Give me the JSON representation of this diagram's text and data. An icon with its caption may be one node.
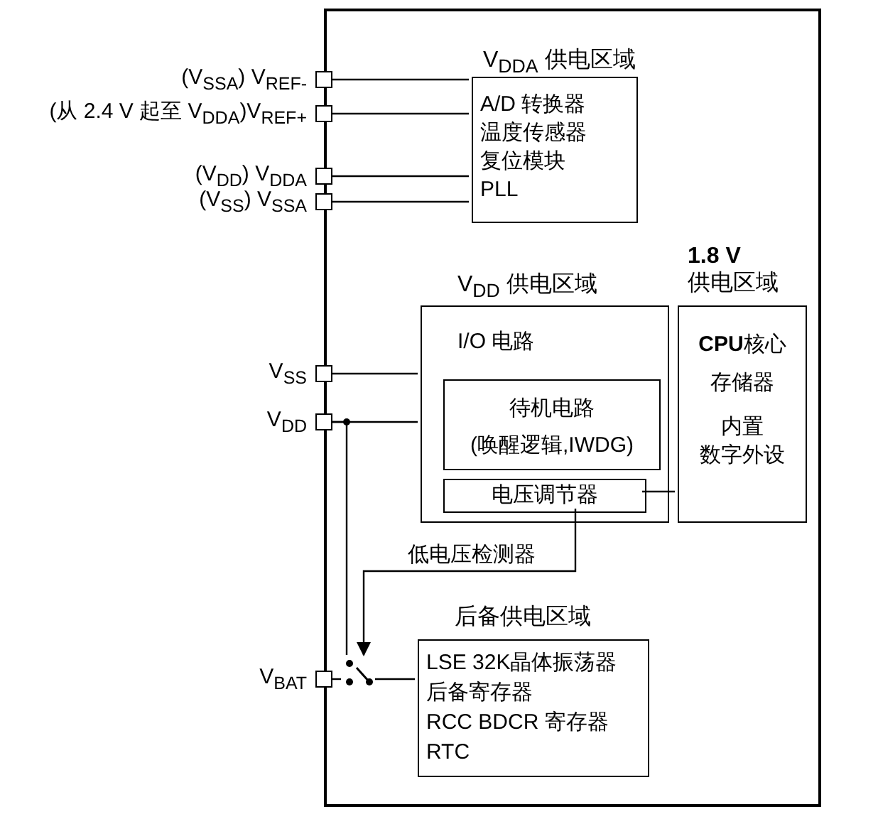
{
  "diagram": {
    "nodes": [
      {
        "text": [],
        "shape": "box"
      },
      {
        "text": [
          "V$_{DDA}$ 供电区域",
          "A/D 转换器",
          "温度传感器",
          "复位模块",
          "PLL"
        ],
        "in": 0
      },
      {
        "text": [],
        "shape": "box",
        "beside": [
          "(V$_{SSA}$) V$_{REF-}$"
        ]
      },
      {
        "text": [],
        "shape": "box",
        "beside": [
          "(从 2.4 V 起至 V$_{DDA}$)V$_{REF+}$"
        ]
      },
      {
        "text": [],
        "shape": "box",
        "beside": [
          "(V$_{DD}$) V$_{DDA}$"
        ]
      },
      {
        "text": [],
        "shape": "box",
        "beside": [
          "(V$_{SS}$) V$_{SSA}$"
        ]
      },
      {
        "text": [],
        "shape": "box",
        "beside": [
          "V$_{SS}$"
        ]
      },
      {
        "text": [],
        "shape": "box",
        "beside": [
          "V$_{DD}$"
        ]
      },
      {
        "text": [],
        "shape": "box",
        "beside": [
          "V$_{BAT}$"
        ]
      },
      {
        "text": [
          "V$_{DD}$ 供电区域",
          "I/O 电路"
        ],
        "in": 0
      },
      {
        "text": [
          "待机电路 (唤醒逻辑,IWDG)"
        ],
        "in": 9
      },
      {
        "text": [
          "电压调节器"
        ],
        "in": 9
      },
      {
        "text": [
          "1.8 V",
          "供电区域",
          "**CPU**核心",
          "存储器",
          "内置",
          "数字外设"
        ],
        "in": 0
      },
      {
        "text": [
          "后备供电区域",
          "LSE 32K晶体振荡器",
          "后备寄存器",
          "RCC BDCR 寄存器",
          "RTC"
        ],
        "in": 0
      },
      {
        "text": [],
        "shape": "switch",
        "in": 0
      }
    ],
    "edges": [
      {
        "from": 2,
        "to": 1,
        "arrow": "none"
      },
      {
        "from": 3,
        "to": 1,
        "arrow": "none"
      },
      {
        "from": 4,
        "to": 1,
        "arrow": "none"
      },
      {
        "from": 5,
        "to": 1,
        "arrow": "none"
      },
      {
        "from": 6,
        "to": 9,
        "arrow": "none"
      },
      {
        "from": 7,
        "to": 9,
        "arrow": "none"
      },
      {
        "from": 7,
        "to": 14,
        "arrow": "none"
      },
      {
        "from": 11,
        "to": 12,
        "arrow": "none"
      },
      {
        "from": 11,
        "to": 14,
        "arrow": "to",
        "label": "低电压检测器"
      },
      {
        "from": 8,
        "to": 14,
        "arrow": "none"
      },
      {
        "from": 14,
        "to": 13,
        "arrow": "none"
      }
    ]
  }
}
